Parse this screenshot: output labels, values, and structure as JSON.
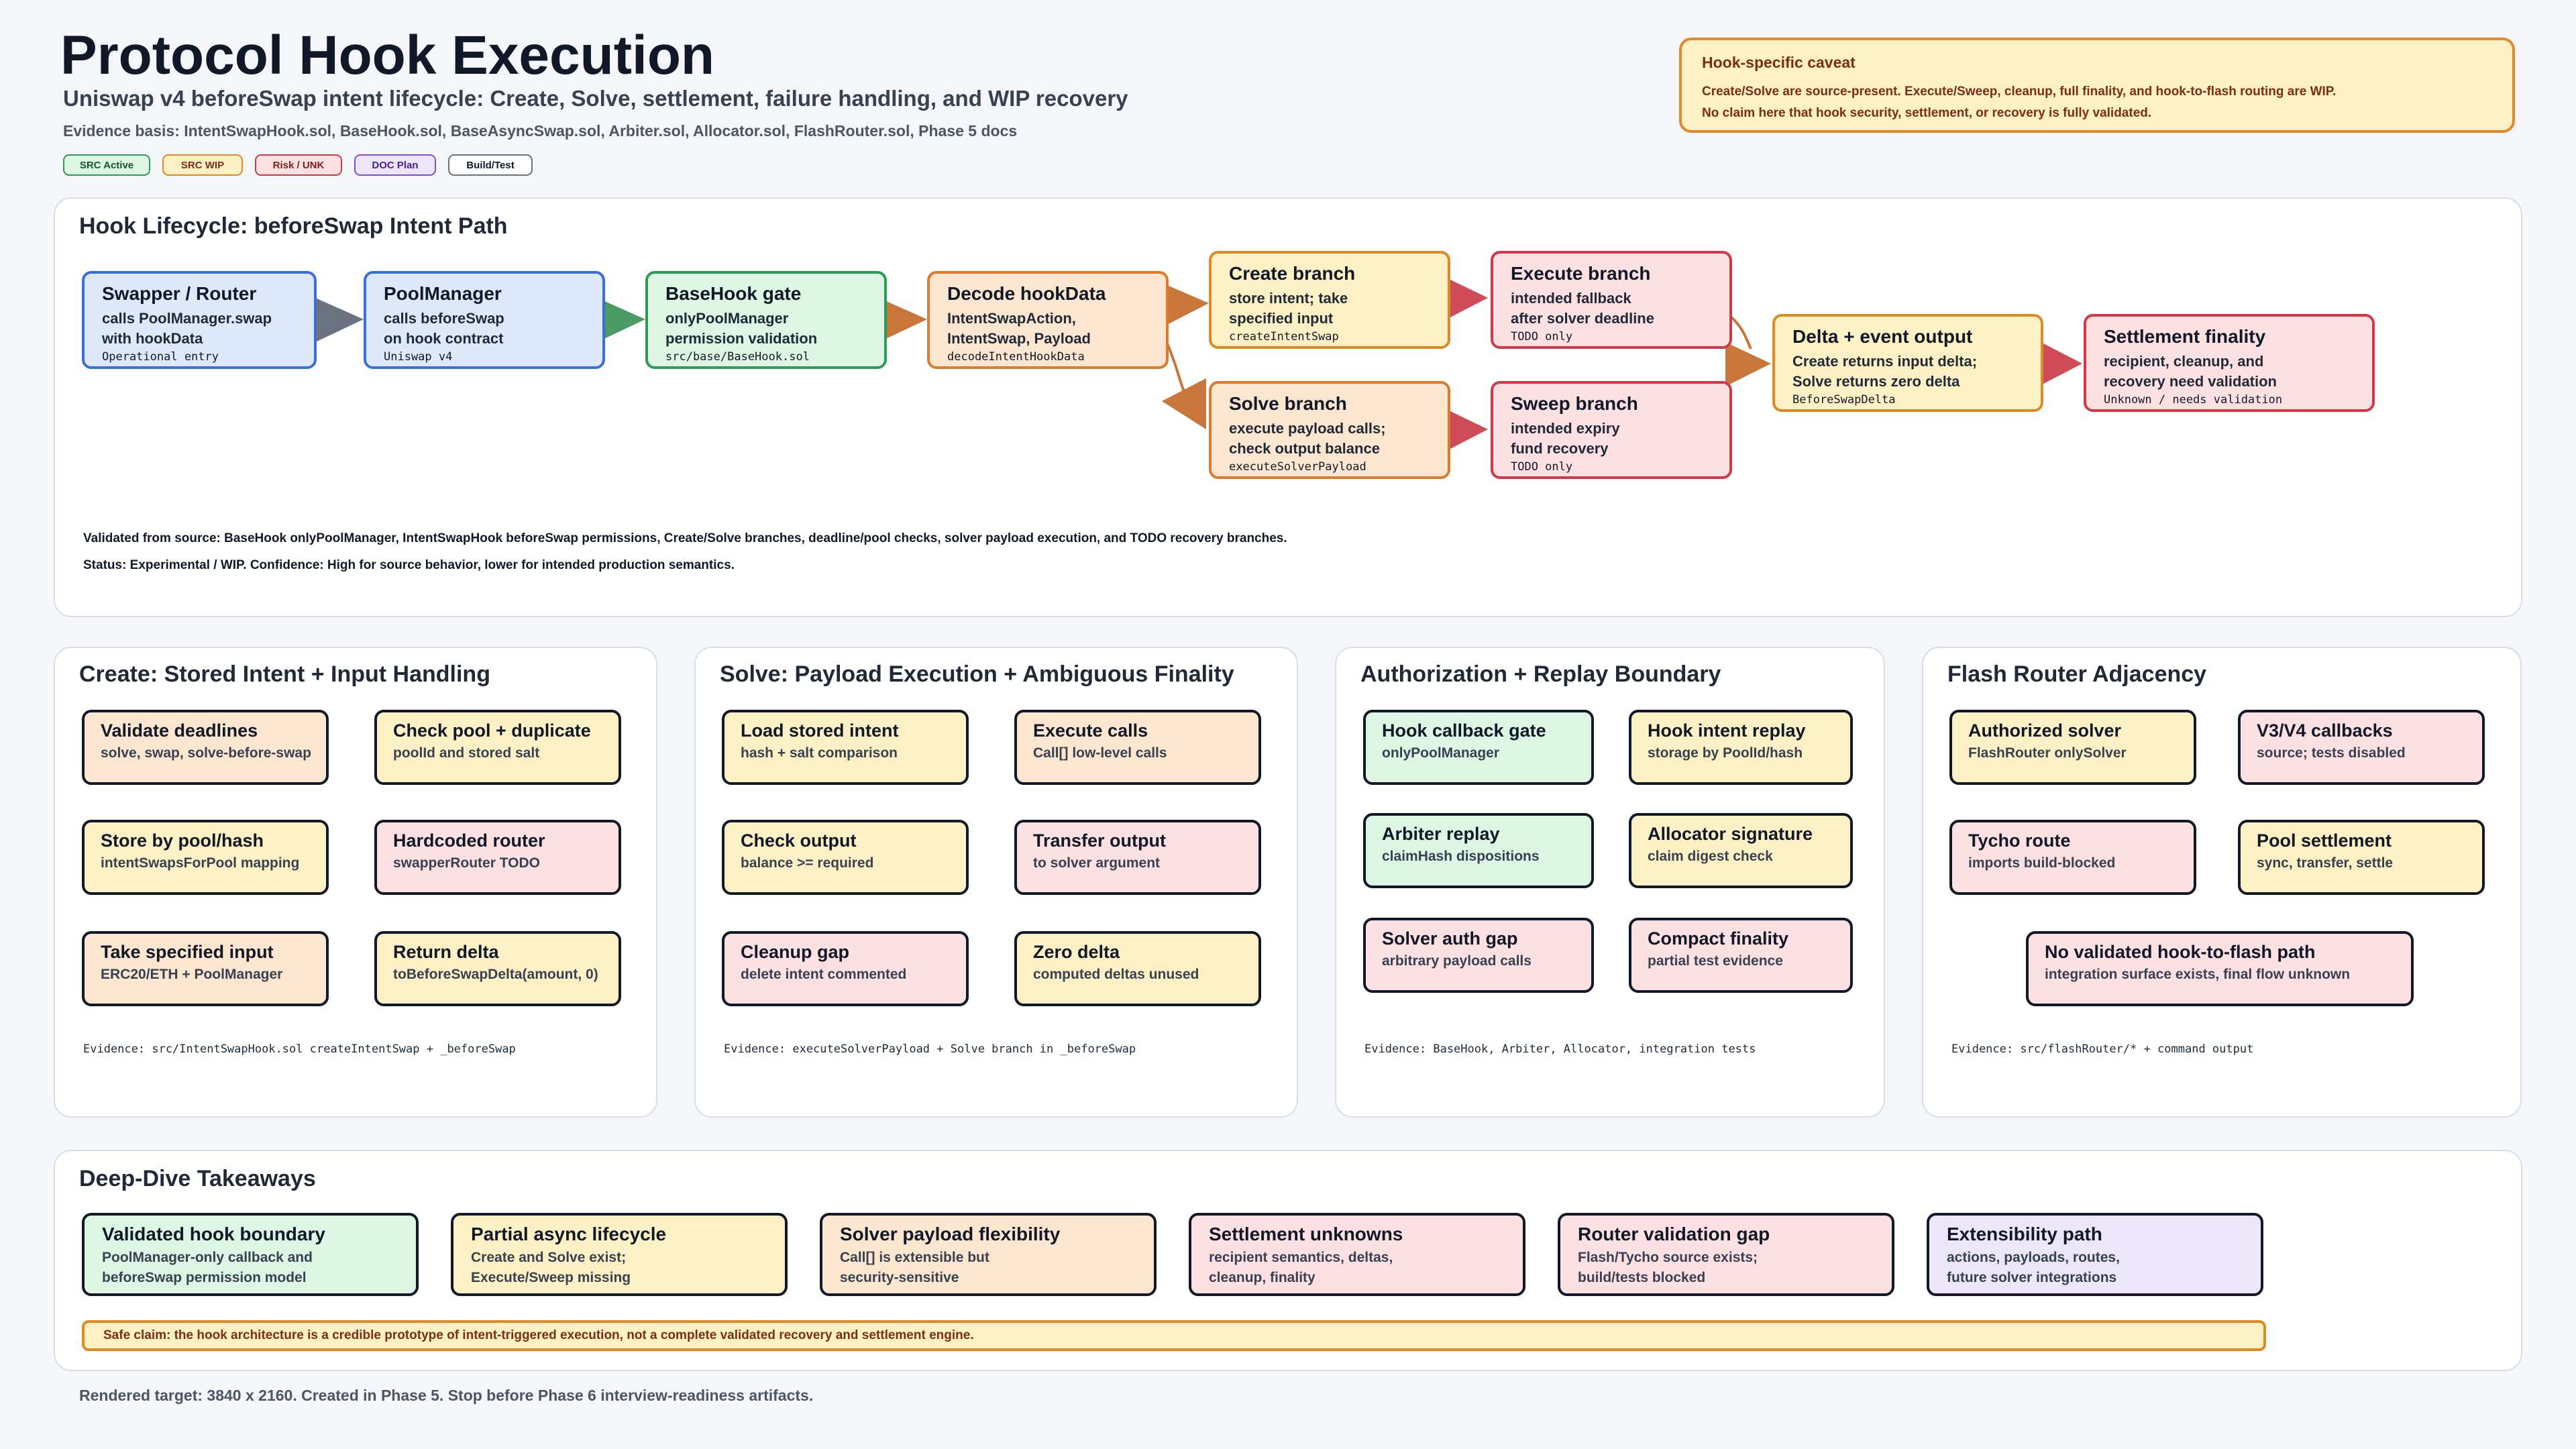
{
  "header": {
    "title": "Protocol Hook Execution",
    "subtitle": "Uniswap v4 beforeSwap intent lifecycle: Create, Solve, settlement, failure handling, and WIP recovery",
    "evidence": "Evidence basis: IntentSwapHook.sol, BaseHook.sol, BaseAsyncSwap.sol, Arbiter.sol, Allocator.sol, FlashRouter.sol, Phase 5 docs"
  },
  "legend": [
    {
      "label": "SRC Active",
      "color": "#2d9b57",
      "bg": "#dcf6e3",
      "text": "#14532d"
    },
    {
      "label": "SRC WIP",
      "color": "#dc8a26",
      "bg": "#fdf0c4",
      "text": "#7c2d12"
    },
    {
      "label": "Risk / UNK",
      "color": "#d03a48",
      "bg": "#fde0e2",
      "text": "#7f1d1d"
    },
    {
      "label": "DOC Plan",
      "color": "#7a4fd6",
      "bg": "#ece6fb",
      "text": "#4c1d95"
    },
    {
      "label": "Build/Test",
      "color": "#6b7280",
      "bg": "#ffffff",
      "text": "#111827"
    }
  ],
  "caveat": {
    "title": "Hook-specific caveat",
    "line1": "Create/Solve are source-present. Execute/Sweep, cleanup, full finality, and hook-to-flash routing are WIP.",
    "line2": "No claim here that hook security, settlement, or recovery is fully validated."
  },
  "lifecycle": {
    "title": "Hook Lifecycle: beforeSwap Intent Path",
    "nodes": {
      "swapper": {
        "title": "Swapper / Router",
        "d1": "calls PoolManager.swap",
        "d2": "with hookData",
        "mono": "Operational entry"
      },
      "poolmanager": {
        "title": "PoolManager",
        "d1": "calls beforeSwap",
        "d2": "on hook contract",
        "mono": "Uniswap v4"
      },
      "basehook": {
        "title": "BaseHook gate",
        "d1": "onlyPoolManager",
        "d2": "permission validation",
        "mono": "src/base/BaseHook.sol"
      },
      "decode": {
        "title": "Decode hookData",
        "d1": "IntentSwapAction,",
        "d2": "IntentSwap, Payload",
        "mono": "decodeIntentHookData"
      },
      "create": {
        "title": "Create branch",
        "d1": "store intent; take",
        "d2": "specified input",
        "mono": "createIntentSwap"
      },
      "execute": {
        "title": "Execute branch",
        "d1": "intended fallback",
        "d2": "after solver deadline",
        "mono": "TODO only"
      },
      "solve": {
        "title": "Solve branch",
        "d1": "execute payload calls;",
        "d2": "check output balance",
        "mono": "executeSolverPayload"
      },
      "sweep": {
        "title": "Sweep branch",
        "d1": "intended expiry",
        "d2": "fund recovery",
        "mono": "TODO only"
      },
      "delta": {
        "title": "Delta + event output",
        "d1": "Create returns input delta;",
        "d2": "Solve returns zero delta",
        "mono": "BeforeSwapDelta"
      },
      "settlement": {
        "title": "Settlement finality",
        "d1": "recipient, cleanup, and",
        "d2": "recovery need validation",
        "mono": "Unknown / needs validation"
      }
    },
    "note1": "Validated from source: BaseHook onlyPoolManager, IntentSwapHook beforeSwap permissions, Create/Solve branches, deadline/pool checks, solver payload execution, and TODO recovery branches.",
    "note2": "Status: Experimental / WIP. Confidence: High for source behavior, lower for intended production semantics."
  },
  "create_panel": {
    "title": "Create: Stored Intent + Input Handling",
    "cards": [
      {
        "title": "Validate deadlines",
        "desc": "solve, swap, solve-before-swap",
        "color": "orange"
      },
      {
        "title": "Check pool + duplicate",
        "desc": "poolId and stored salt",
        "color": "yellow"
      },
      {
        "title": "Store by pool/hash",
        "desc": "intentSwapsForPool mapping",
        "color": "yellow"
      },
      {
        "title": "Hardcoded router",
        "desc": "swapperRouter TODO",
        "color": "red"
      },
      {
        "title": "Take specified input",
        "desc": "ERC20/ETH + PoolManager",
        "color": "orange"
      },
      {
        "title": "Return delta",
        "desc": "toBeforeSwapDelta(amount, 0)",
        "color": "yellow"
      }
    ],
    "evidence": "Evidence: src/IntentSwapHook.sol createIntentSwap + _beforeSwap"
  },
  "solve_panel": {
    "title": "Solve: Payload Execution + Ambiguous Finality",
    "cards": [
      {
        "title": "Load stored intent",
        "desc": "hash + salt comparison",
        "color": "yellow"
      },
      {
        "title": "Execute calls",
        "desc": "Call[] low-level calls",
        "color": "orange"
      },
      {
        "title": "Check output",
        "desc": "balance >= required",
        "color": "yellow"
      },
      {
        "title": "Transfer output",
        "desc": "to solver argument",
        "color": "red"
      },
      {
        "title": "Cleanup gap",
        "desc": "delete intent commented",
        "color": "red"
      },
      {
        "title": "Zero delta",
        "desc": "computed deltas unused",
        "color": "yellow"
      }
    ],
    "evidence": "Evidence: executeSolverPayload + Solve branch in _beforeSwap"
  },
  "auth_panel": {
    "title": "Authorization + Replay Boundary",
    "cards": [
      {
        "title": "Hook callback gate",
        "desc": "onlyPoolManager",
        "color": "green"
      },
      {
        "title": "Hook intent replay",
        "desc": "storage by PoolId/hash",
        "color": "yellow"
      },
      {
        "title": "Arbiter replay",
        "desc": "claimHash dispositions",
        "color": "green"
      },
      {
        "title": "Allocator signature",
        "desc": "claim digest check",
        "color": "yellow"
      },
      {
        "title": "Solver auth gap",
        "desc": "arbitrary payload calls",
        "color": "red"
      },
      {
        "title": "Compact finality",
        "desc": "partial test evidence",
        "color": "red"
      }
    ],
    "evidence": "Evidence: BaseHook, Arbiter, Allocator, integration tests"
  },
  "flash_panel": {
    "title": "Flash Router Adjacency",
    "cards": [
      {
        "title": "Authorized solver",
        "desc": "FlashRouter onlySolver",
        "color": "yellow"
      },
      {
        "title": "V3/V4 callbacks",
        "desc": "source; tests disabled",
        "color": "red"
      },
      {
        "title": "Tycho route",
        "desc": "imports build-blocked",
        "color": "red"
      },
      {
        "title": "Pool settlement",
        "desc": "sync, transfer, settle",
        "color": "yellow"
      },
      {
        "title": "No validated hook-to-flash path",
        "desc": "integration surface exists, final flow unknown",
        "color": "red"
      }
    ],
    "evidence": "Evidence: src/flashRouter/* + command output"
  },
  "takeaways": {
    "title": "Deep-Dive Takeaways",
    "items": [
      {
        "title": "Validated hook boundary",
        "d1": "PoolManager-only callback and",
        "d2": "beforeSwap permission model",
        "d3": "",
        "color": "green"
      },
      {
        "title": "Partial async lifecycle",
        "d1": "Create and Solve exist;",
        "d2": "Execute/Sweep missing",
        "d3": "",
        "color": "yellow"
      },
      {
        "title": "Solver payload flexibility",
        "d1": "Call[] is extensible but",
        "d2": "security-sensitive",
        "d3": "",
        "color": "orange"
      },
      {
        "title": "Settlement unknowns",
        "d1": "recipient semantics, deltas,",
        "d2": "cleanup, finality",
        "d3": "",
        "color": "red"
      },
      {
        "title": "Router validation gap",
        "d1": "Flash/Tycho source exists;",
        "d2": "build/tests blocked",
        "d3": "",
        "color": "red"
      },
      {
        "title": "Extensibility path",
        "d1": "actions, payloads, routes,",
        "d2": "future solver integrations",
        "d3": "",
        "color": "purple"
      }
    ],
    "safe_claim": "Safe claim: the hook architecture is a credible prototype of intent-triggered execution, not a complete validated recovery and settlement engine."
  },
  "footer": "Rendered target: 3840 x 2160. Created in Phase 5. Stop before Phase 6 interview-readiness artifacts.",
  "colors": {
    "arrow_blue": "#6b7280",
    "arrow_green": "#4a9a63",
    "arrow_orange": "#c9763a",
    "arrow_red": "#cf4b57"
  }
}
